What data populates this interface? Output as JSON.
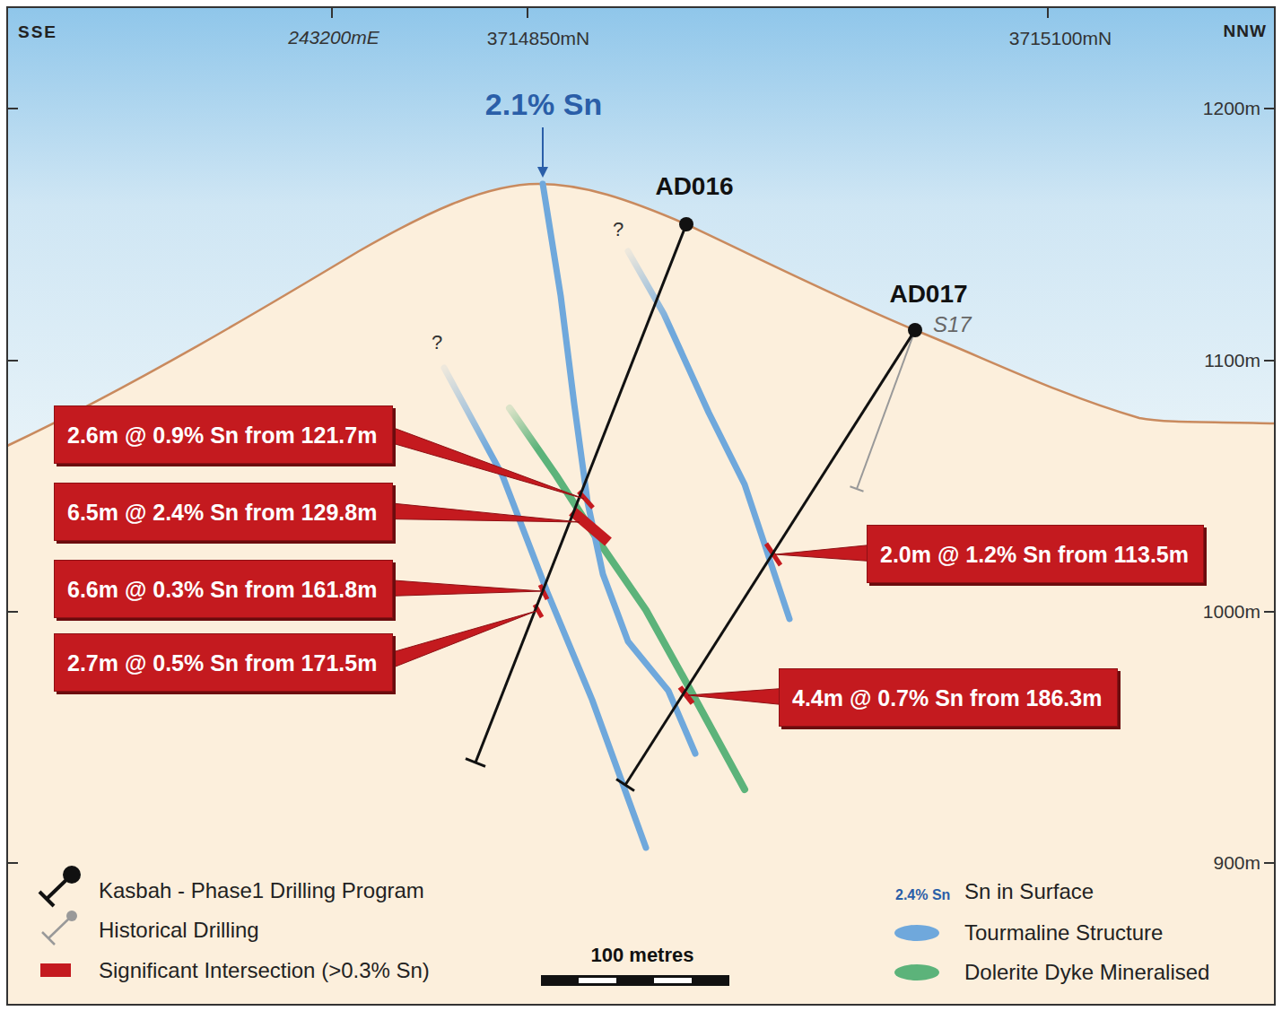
{
  "diagram": {
    "nodes": [
      {
        "text": [
          "2.6m @ 0.9% Sn from 121.7m"
        ]
      },
      {
        "text": [
          "6.5m @ 2.4% Sn from 129.8m"
        ]
      },
      {
        "text": [
          "6.6m @ 0.3% Sn from 161.8m"
        ]
      },
      {
        "text": [
          "2.7m @ 0.5% Sn from 171.5m"
        ]
      },
      {
        "text": [
          "2.0m @ 1.2% Sn from 113.5m"
        ]
      },
      {
        "text": [
          "4.4m @ 0.7% Sn from 186.3m"
        ]
      }
    ],
    "labels": [
      "SSE",
      "243200mE",
      "3714850mN",
      "3715100mN",
      "NNW",
      "1200m",
      "1100m",
      "1000m",
      "900m",
      "2.1% Sn",
      "?",
      "AD016",
      "?",
      "AD017",
      "S17",
      "100 metres",
      "2.4% Sn"
    ],
    "legend": [
      {
        "text": "Kasbah - Phase1 Drilling Program"
      },
      {
        "text": "Historical Drilling"
      },
      {
        "text": "Significant Intersection (>0.3% Sn)",
        "color": "#c41a1f"
      },
      {
        "text": "Sn in Surface"
      },
      {
        "text": "Tourmaline Structure",
        "color": "#6fa8dc"
      },
      {
        "text": "Dolerite Dyke Mineralised",
        "color": "#5cb37a"
      }
    ]
  }
}
